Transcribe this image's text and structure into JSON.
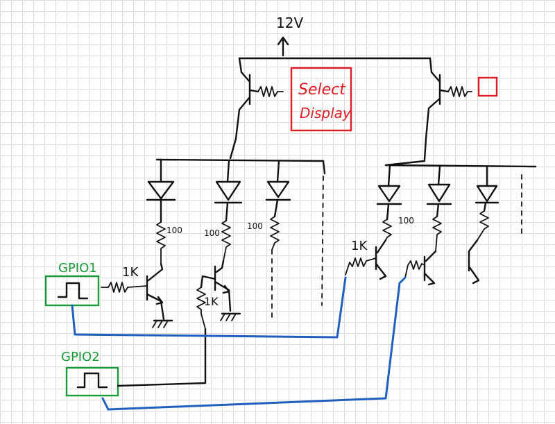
{
  "supply": {
    "label": "12V"
  },
  "select_display": {
    "line1": "Select",
    "line2": "Display",
    "color": "#e01b24"
  },
  "gpio": [
    {
      "label": "GPIO1",
      "color": "#1a9b3a"
    },
    {
      "label": "GPIO2",
      "color": "#1a9b3a"
    }
  ],
  "resistors": {
    "base_gpio1": "1K",
    "base_gpio2": "1K",
    "base_right": "1K",
    "led1": "100",
    "led2": "100",
    "led3": "100",
    "led4": "100"
  },
  "colors": {
    "ink": "#111111",
    "wire_blue": "#1f5fbf",
    "grid": "#dcdcdc"
  }
}
